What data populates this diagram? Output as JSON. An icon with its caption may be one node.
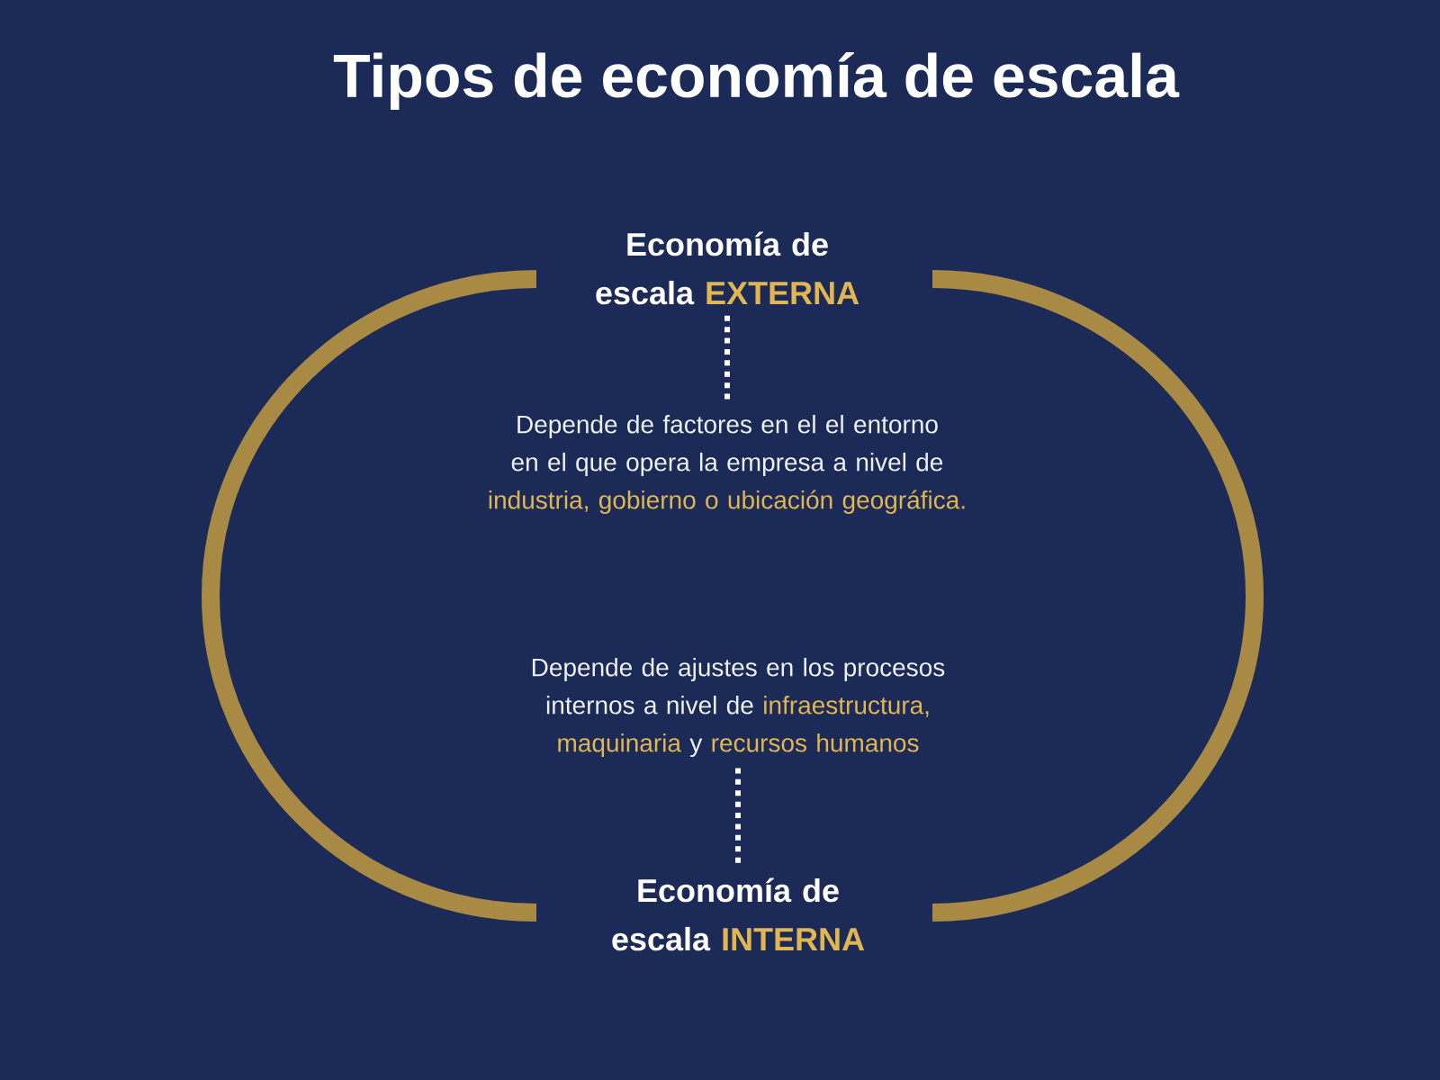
{
  "diagram": {
    "title": "Tipos de economía de escala",
    "nodes": [
      {
        "text": [
          "Economía de escala **EXTERNA**"
        ]
      },
      {
        "text": [
          "Depende de factores en el el entorno en el que opera la empresa a nivel de **industria, gobierno o ubicación geográfica.**"
        ]
      },
      {
        "text": [
          "Depende de ajustes en los procesos internos a nivel de **infraestructura,** **maquinaria** y **recursos humanos**"
        ]
      },
      {
        "text": [
          "Economía de escala **INTERNA**"
        ]
      }
    ],
    "edges": [
      {
        "from": 0,
        "to": 1,
        "arrow": "none",
        "style": "dashed"
      },
      {
        "from": 2,
        "to": 3,
        "arrow": "none",
        "style": "dashed"
      }
    ]
  }
}
